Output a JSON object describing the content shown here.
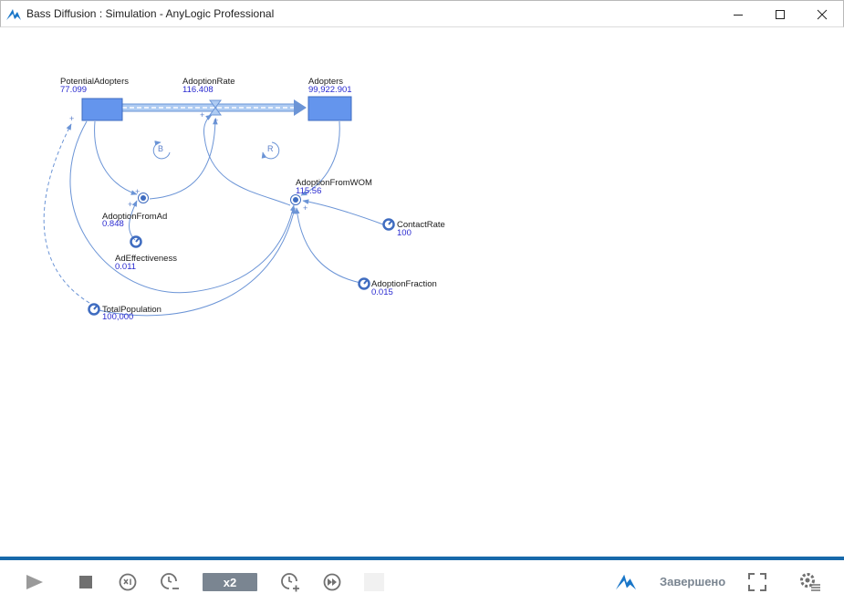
{
  "window": {
    "title": "Bass Diffusion : Simulation - AnyLogic Professional",
    "controls": {
      "minimize": "minimize-icon",
      "maximize": "maximize-icon",
      "close": "close-icon"
    }
  },
  "model": {
    "stocks": [
      {
        "name": "PotentialAdopters",
        "value": "77.099"
      },
      {
        "name": "Adopters",
        "value": "99,922.901"
      }
    ],
    "flow": {
      "name": "AdoptionRate",
      "value": "116.408"
    },
    "variables": [
      {
        "name": "AdoptionFromAd",
        "value": "0.848"
      },
      {
        "name": "AdoptionFromWOM",
        "value": "115.56"
      }
    ],
    "parameters": [
      {
        "name": "AdEffectiveness",
        "value": "0.011"
      },
      {
        "name": "ContactRate",
        "value": "100"
      },
      {
        "name": "AdoptionFraction",
        "value": "0.015"
      },
      {
        "name": "TotalPopulation",
        "value": "100,000"
      }
    ],
    "loops": [
      {
        "label": "B"
      },
      {
        "label": "R"
      }
    ],
    "polarity": "+"
  },
  "colors": {
    "stock_fill": "#6495ed",
    "link": "#6b94d6",
    "value_text": "#2a2ad0",
    "toolbar_rule": "#1769aa",
    "status": "#7a8591"
  },
  "toolbar": {
    "run_icon": "play-icon",
    "stop_icon": "stop-icon",
    "realtime_icon": "realtime-x1-icon",
    "slower_icon": "slow-down-icon",
    "speed_label": "x2",
    "faster_icon": "speed-up-icon",
    "fastforward_icon": "fast-forward-icon",
    "logo_icon": "anylogic-logo-icon",
    "status": "Завершено",
    "fullscreen_icon": "fullscreen-icon",
    "settings_icon": "settings-icon"
  }
}
